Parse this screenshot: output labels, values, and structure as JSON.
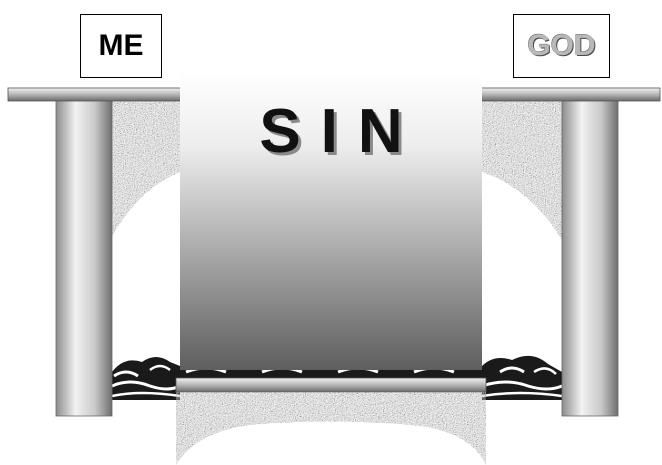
{
  "labels": {
    "left": "ME",
    "right": "GOD",
    "center": "SIN"
  },
  "colors": {
    "pillar_light": "#e6e6e6",
    "pillar_dark": "#7a7a7a",
    "stone_base": "#c9c9c9",
    "sin_gradient_top": "#ffffff",
    "sin_gradient_bottom": "#5e5e5e",
    "water": "#1a1a1a"
  }
}
